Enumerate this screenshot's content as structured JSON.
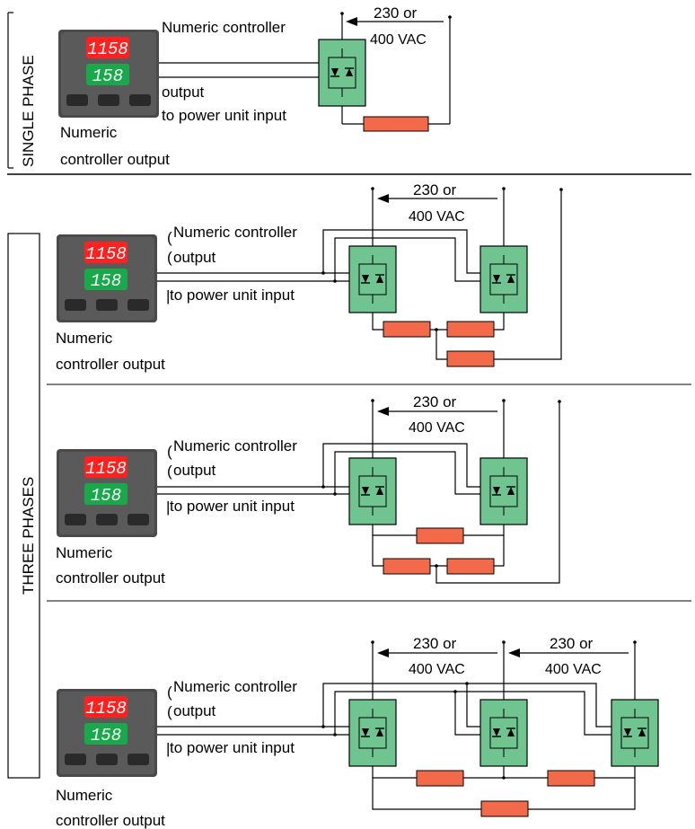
{
  "colors": {
    "display_top": "#ff2020",
    "display_bottom": "#19a84a",
    "module_fill": "#70c48f",
    "load_fill": "#f26a4a",
    "controller_body": "#4a4a4a"
  },
  "sections": {
    "single_phase": "SINGLE PHASE",
    "three_phases": "THREE PHASES"
  },
  "controller": {
    "display_top": "1158",
    "display_bottom": "158"
  },
  "labels": {
    "numeric_controller": "Numeric controller",
    "output": "output",
    "to_power_unit_input": "to power unit input",
    "numeric": "Numeric",
    "controller_output": "controller output",
    "voltage_line1": "230 or",
    "voltage_line2": "400 VAC"
  }
}
